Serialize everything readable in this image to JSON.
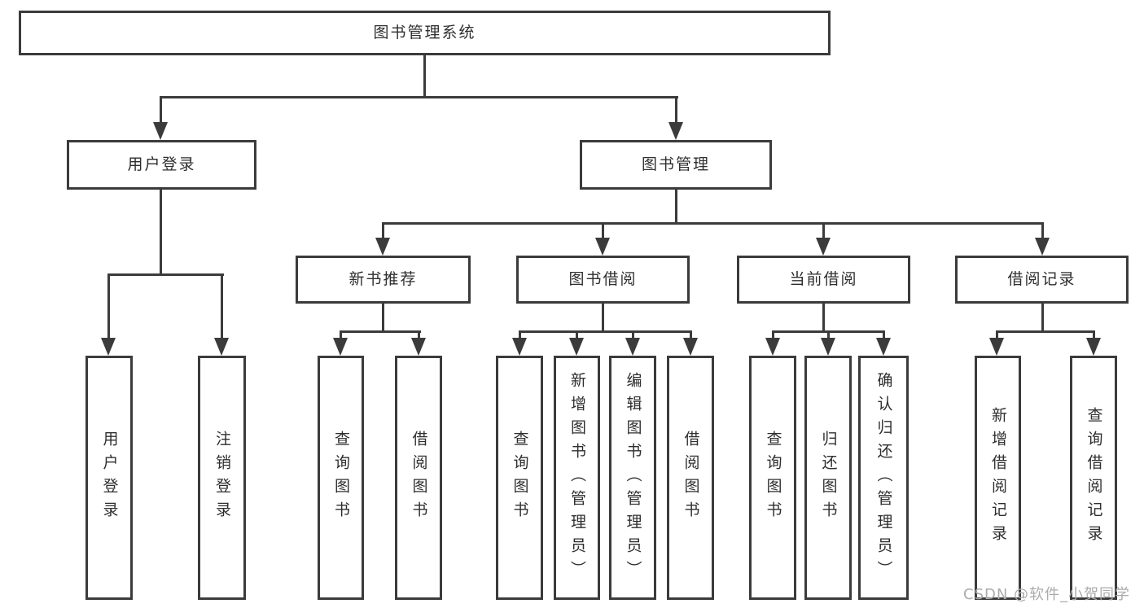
{
  "diagram": {
    "title": "图书管理系统",
    "level2": {
      "user_login": "用户登录",
      "book_management": "图书管理"
    },
    "level3": {
      "new_book_recommend": "新书推荐",
      "book_borrow": "图书借阅",
      "current_borrow": "当前借阅",
      "borrow_records": "借阅记录"
    },
    "leaves": {
      "user_login": "用户登录",
      "logout": "注销登录",
      "rec_query_book": "查询图书",
      "rec_borrow_book": "借阅图书",
      "bb_query_book": "查询图书",
      "bb_add_book": "新增图书（管理员）",
      "bb_edit_book": "编辑图书（管理员）",
      "bb_borrow_book": "借阅图书",
      "cb_query_book": "查询图书",
      "cb_return_book": "归还图书",
      "cb_confirm_return": "确认归还（管理员）",
      "br_add_record": "新增借阅记录",
      "br_query_record": "查询借阅记录"
    },
    "watermark": "CSDN @软件_小贺同学",
    "colors": {
      "line": "#3b3b3b",
      "box_border": "#3b3b3b",
      "text": "#2e2e2e",
      "watermark": "#ababab",
      "background": "#ffffff"
    }
  }
}
